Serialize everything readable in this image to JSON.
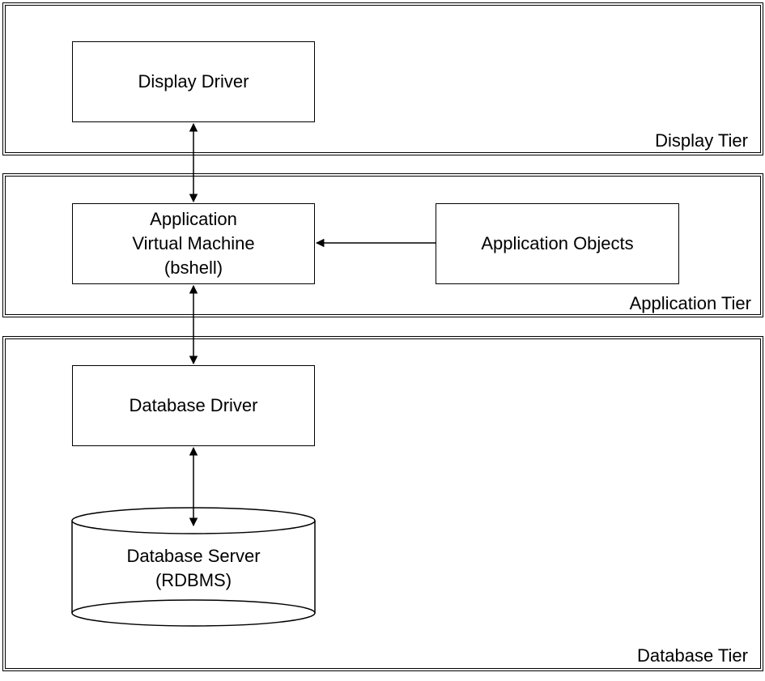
{
  "tiers": {
    "display": {
      "label": "Display Tier"
    },
    "application": {
      "label": "Application Tier"
    },
    "database": {
      "label": "Database Tier"
    }
  },
  "nodes": {
    "display_driver": {
      "label": "Display Driver"
    },
    "app_vm": {
      "lines": [
        "Application",
        "Virtual Machine",
        "(bshell)"
      ]
    },
    "app_objects": {
      "label": "Application Objects"
    },
    "database_driver": {
      "label": "Database Driver"
    },
    "database_server": {
      "lines": [
        "Database Server",
        "(RDBMS)"
      ]
    }
  },
  "connectors": [
    {
      "from": "display_driver",
      "to": "app_vm",
      "direction": "both"
    },
    {
      "from": "app_objects",
      "to": "app_vm",
      "direction": "forward"
    },
    {
      "from": "app_vm",
      "to": "database_driver",
      "direction": "both"
    },
    {
      "from": "database_driver",
      "to": "database_server",
      "direction": "both"
    }
  ],
  "colors": {
    "stroke": "#000000",
    "fill": "#ffffff"
  }
}
